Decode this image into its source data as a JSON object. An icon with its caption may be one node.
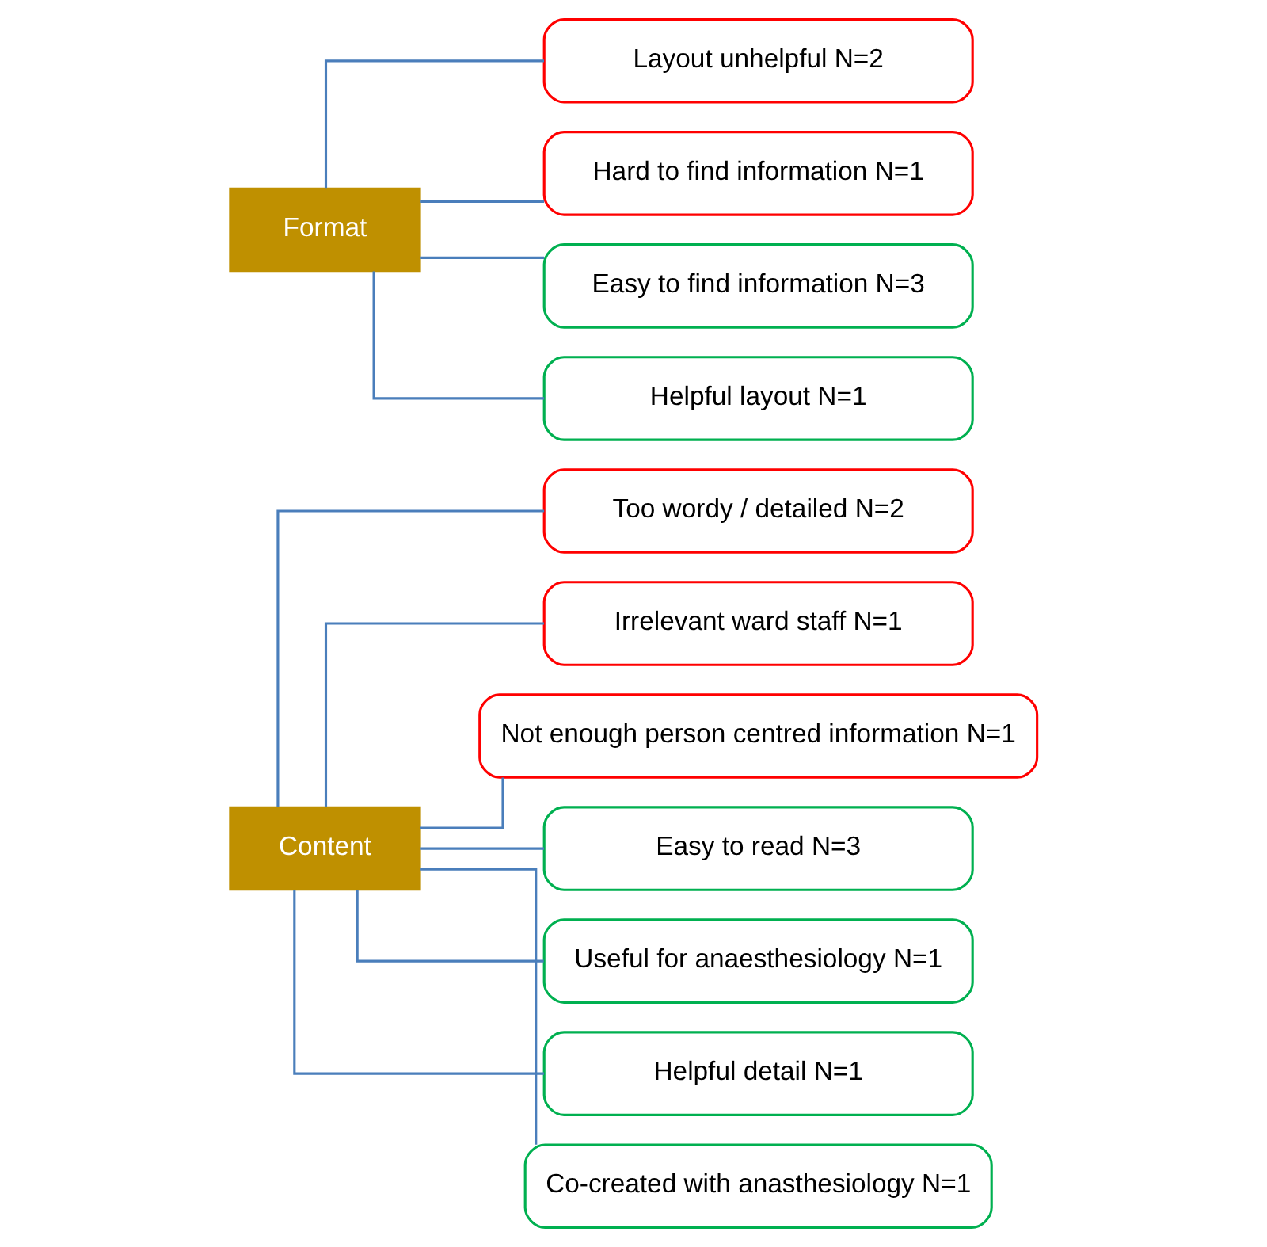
{
  "diagram": {
    "nodes": [
      {
        "text": [
          "Content"
        ]
      },
      {
        "text": [
          "Too wordy / detailed N=2"
        ]
      },
      {
        "text": [
          "Irrelevant ward staff N=1"
        ]
      },
      {
        "text": [
          "Not enough person centred information N=1"
        ]
      },
      {
        "text": [
          "Easy to read N=3"
        ]
      },
      {
        "text": [
          "Useful for anaesthesiology N=1"
        ]
      },
      {
        "text": [
          "Helpful detail N=1"
        ]
      },
      {
        "text": [
          "Co-created with anasthesiology N=1"
        ]
      },
      {
        "text": [
          "Format"
        ]
      },
      {
        "text": [
          "Layout unhelpful N=2"
        ]
      },
      {
        "text": [
          "Hard to find information N=1"
        ]
      },
      {
        "text": [
          "Easy to find information N=3"
        ]
      },
      {
        "text": [
          "Helpful layout N=1"
        ]
      }
    ],
    "edges": [
      {
        "from": 0,
        "to": 1,
        "arrow": "none"
      },
      {
        "from": 0,
        "to": 2,
        "arrow": "none"
      },
      {
        "from": 0,
        "to": 3,
        "arrow": "none"
      },
      {
        "from": 0,
        "to": 4,
        "arrow": "none"
      },
      {
        "from": 0,
        "to": 5,
        "arrow": "none"
      },
      {
        "from": 0,
        "to": 6,
        "arrow": "none"
      },
      {
        "from": 0,
        "to": 7,
        "arrow": "none"
      },
      {
        "from": 8,
        "to": 9,
        "arrow": "none"
      },
      {
        "from": 8,
        "to": 10,
        "arrow": "none"
      },
      {
        "from": 8,
        "to": 11,
        "arrow": "none"
      },
      {
        "from": 8,
        "to": 12,
        "arrow": "none"
      }
    ]
  }
}
